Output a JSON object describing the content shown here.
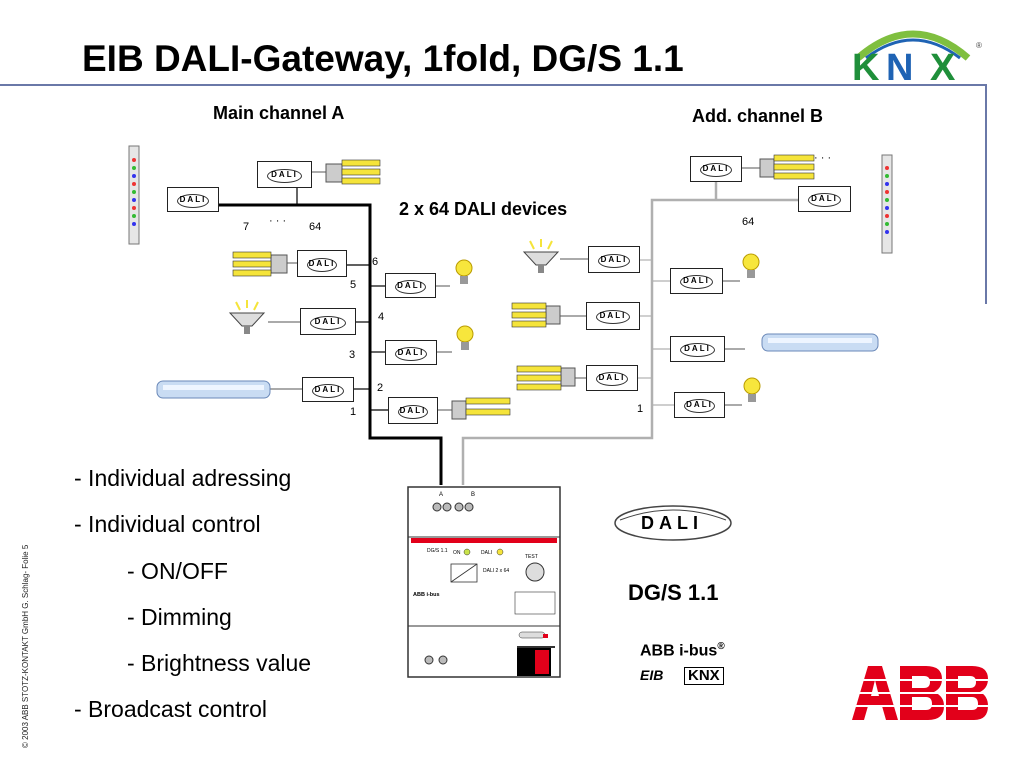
{
  "title": "EIB DALI-Gateway, 1fold, DG/S 1.1",
  "main_channel_label": "Main channel A",
  "add_channel_label": "Add. channel B",
  "devices_label": "2 x 64 DALI devices",
  "dali_box_label": "DALI",
  "main_numbers": {
    "n7": "7",
    "dots": "· · ·",
    "n64": "64",
    "n6": "6",
    "n5": "5",
    "n4": "4",
    "n3": "3",
    "n2": "2",
    "n1": "1"
  },
  "add_numbers": {
    "dots": "· · ·",
    "n64": "64",
    "n1": "1"
  },
  "bullets": [
    "- Individual adressing",
    "- Individual control",
    "- ON/OFF",
    "- Dimming",
    "- Brightness value",
    "- Broadcast control"
  ],
  "dali_logo": "DALI",
  "product_label": "DG/S 1.1",
  "abb_ibus": "ABB i-bus",
  "registered": "®",
  "eib_text": "EIB",
  "knx_text": "KNX",
  "copyright": "© 2003 ABB STOTZ-KONTAKT GmbH  G. Schlag- Folie 5",
  "device_panel": {
    "model": "DG/S 1.1",
    "on_label": "ON",
    "dali_label": "DALI",
    "test_label": "TEST",
    "abb_ibus": "ABB i-bus",
    "dali2x64": "DALI 2 x 64",
    "dip_label_a": "A",
    "dip_label_b": "B"
  },
  "colors": {
    "knx_green": "#1f8f3a",
    "knx_blue": "#1f63b4",
    "abb_red": "#e2001a",
    "title_rule": "#6a78a8",
    "bus_main": "#000000",
    "bus_add": "#b0b0b0",
    "lamp_yellow": "#f5e43a",
    "tube_blue": "#aac8ee"
  },
  "icons": [
    "knx-logo",
    "abb-logo",
    "dali-logo",
    "cfl-lamp-icon",
    "bulb-icon",
    "halogen-lamp-icon",
    "fluorescent-tube-icon",
    "rgb-led-strip-icon",
    "gateway-device-icon"
  ]
}
